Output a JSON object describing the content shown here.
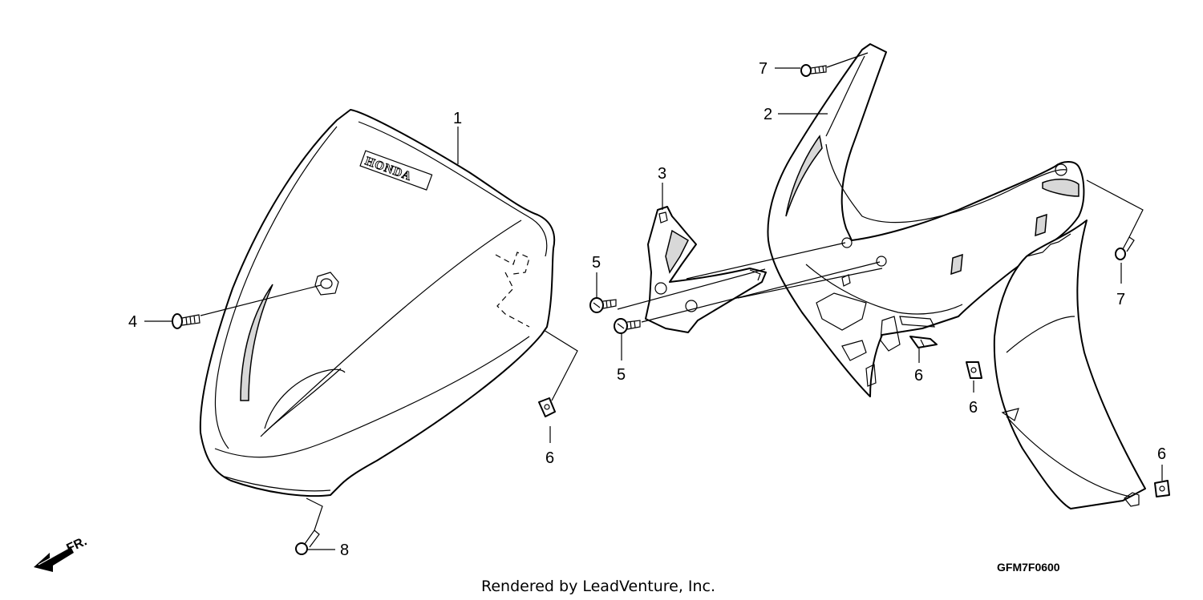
{
  "callouts": {
    "c1": "1",
    "c2": "2",
    "c3": "3",
    "c4": "4",
    "c5a": "5",
    "c5b": "5",
    "c6a": "6",
    "c6b": "6",
    "c6c": "6",
    "c6d": "6",
    "c7a": "7",
    "c7b": "7",
    "c8": "8"
  },
  "logo_text": "HONDA",
  "direction_label": "FR.",
  "diagram_code": "GFM7F0600",
  "credit": "Rendered by LeadVenture, Inc."
}
